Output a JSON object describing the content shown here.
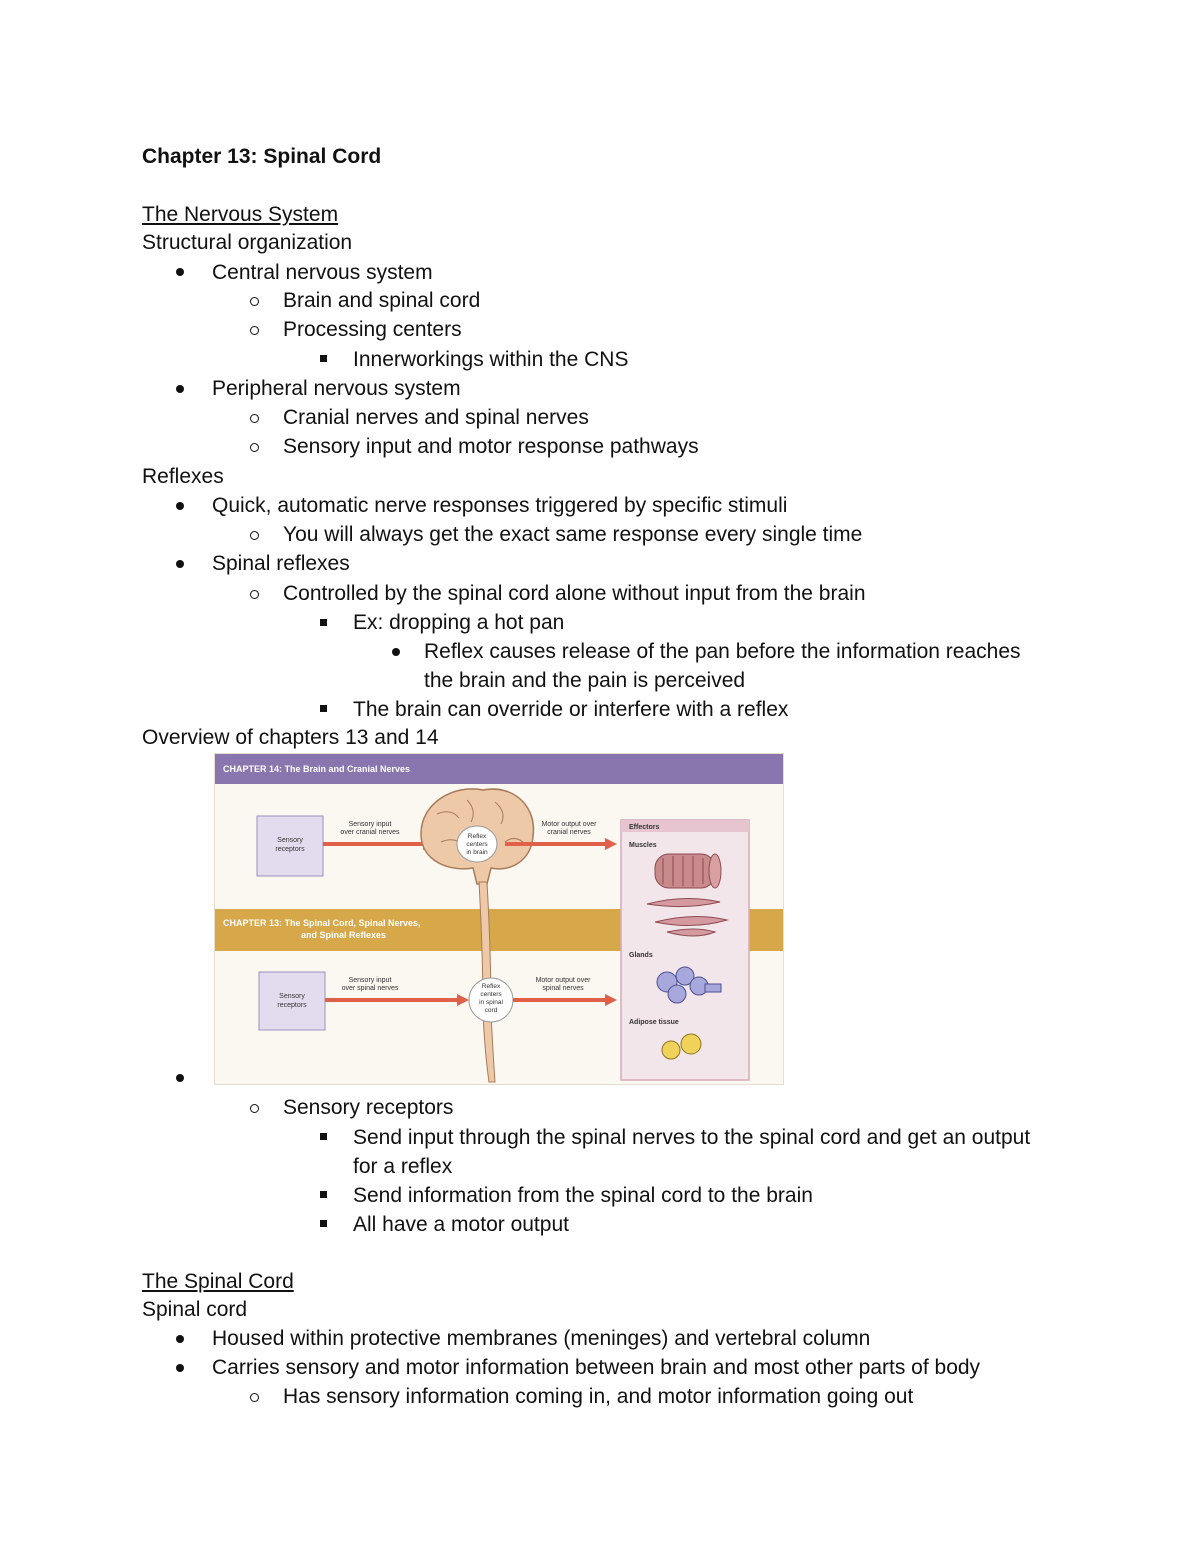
{
  "title": "Chapter 13: Spinal Cord",
  "sec1": {
    "heading": "The Nervous System",
    "structural": "Structural organization",
    "cns": "Central nervous system",
    "cns_a": "Brain and spinal cord",
    "cns_b": "Processing centers",
    "cns_b1": "Innerworkings within the CNS",
    "pns": "Peripheral nervous system",
    "pns_a": "Cranial nerves and spinal nerves",
    "pns_b": "Sensory input and motor response pathways",
    "reflexes": "Reflexes",
    "r1": "Quick, automatic nerve responses triggered by specific stimuli",
    "r1a": "You will always get the exact same response every single time",
    "r2": "Spinal reflexes",
    "r2a": "Controlled by the spinal cord alone without input from the brain",
    "r2a1": "Ex: dropping a hot pan",
    "r2a1a_l1": "Reflex causes release of the pan before the information reaches",
    "r2a1a_l2": "the brain and the pain is perceived",
    "r2a2": "The brain can override or interfere with a reflex",
    "overview": "Overview of chapters 13 and 14"
  },
  "figure": {
    "ch14_banner": "CHAPTER 14: The Brain and Cranial Nerves",
    "ch13_banner_l1": "CHAPTER 13: The Spinal Cord, Spinal Nerves,",
    "ch13_banner_l2": "and Spinal Reflexes",
    "sensory_receptors_l1": "Sensory",
    "sensory_receptors_l2": "receptors",
    "cranial_in_l1": "Sensory input",
    "cranial_in_l2": "over cranial nerves",
    "brain_center_l1": "Reflex",
    "brain_center_l2": "centers",
    "brain_center_l3": "in brain",
    "cranial_out_l1": "Motor output over",
    "cranial_out_l2": "cranial nerves",
    "spinal_in_l1": "Sensory input",
    "spinal_in_l2": "over spinal nerves",
    "spinal_center_l1": "Reflex",
    "spinal_center_l2": "centers",
    "spinal_center_l3": "in spinal",
    "spinal_center_l4": "cord",
    "spinal_out_l1": "Motor output over",
    "spinal_out_l2": "spinal nerves",
    "effectors": "Effectors",
    "muscles": "Muscles",
    "glands": "Glands",
    "adipose": "Adipose tissue",
    "colors": {
      "purple": "#8a76ae",
      "gold": "#d7a84a",
      "arrow": "#e0604a",
      "box": "#e3dcef",
      "panel": "#f3e6ea"
    }
  },
  "after_fig": {
    "sr": "Sensory receptors",
    "sr1_l1": "Send input through the spinal nerves to the spinal cord and get an output",
    "sr1_l2": "for a reflex",
    "sr2": "Send information from the spinal cord to the brain",
    "sr3": "All have a motor output"
  },
  "sec2": {
    "heading": "The Spinal Cord",
    "sub": "Spinal cord",
    "b1": "Housed within protective membranes (meninges) and vertebral column",
    "b2": "Carries sensory and motor information between brain and most other parts of body",
    "b2a": "Has sensory information coming in, and motor information going out"
  }
}
